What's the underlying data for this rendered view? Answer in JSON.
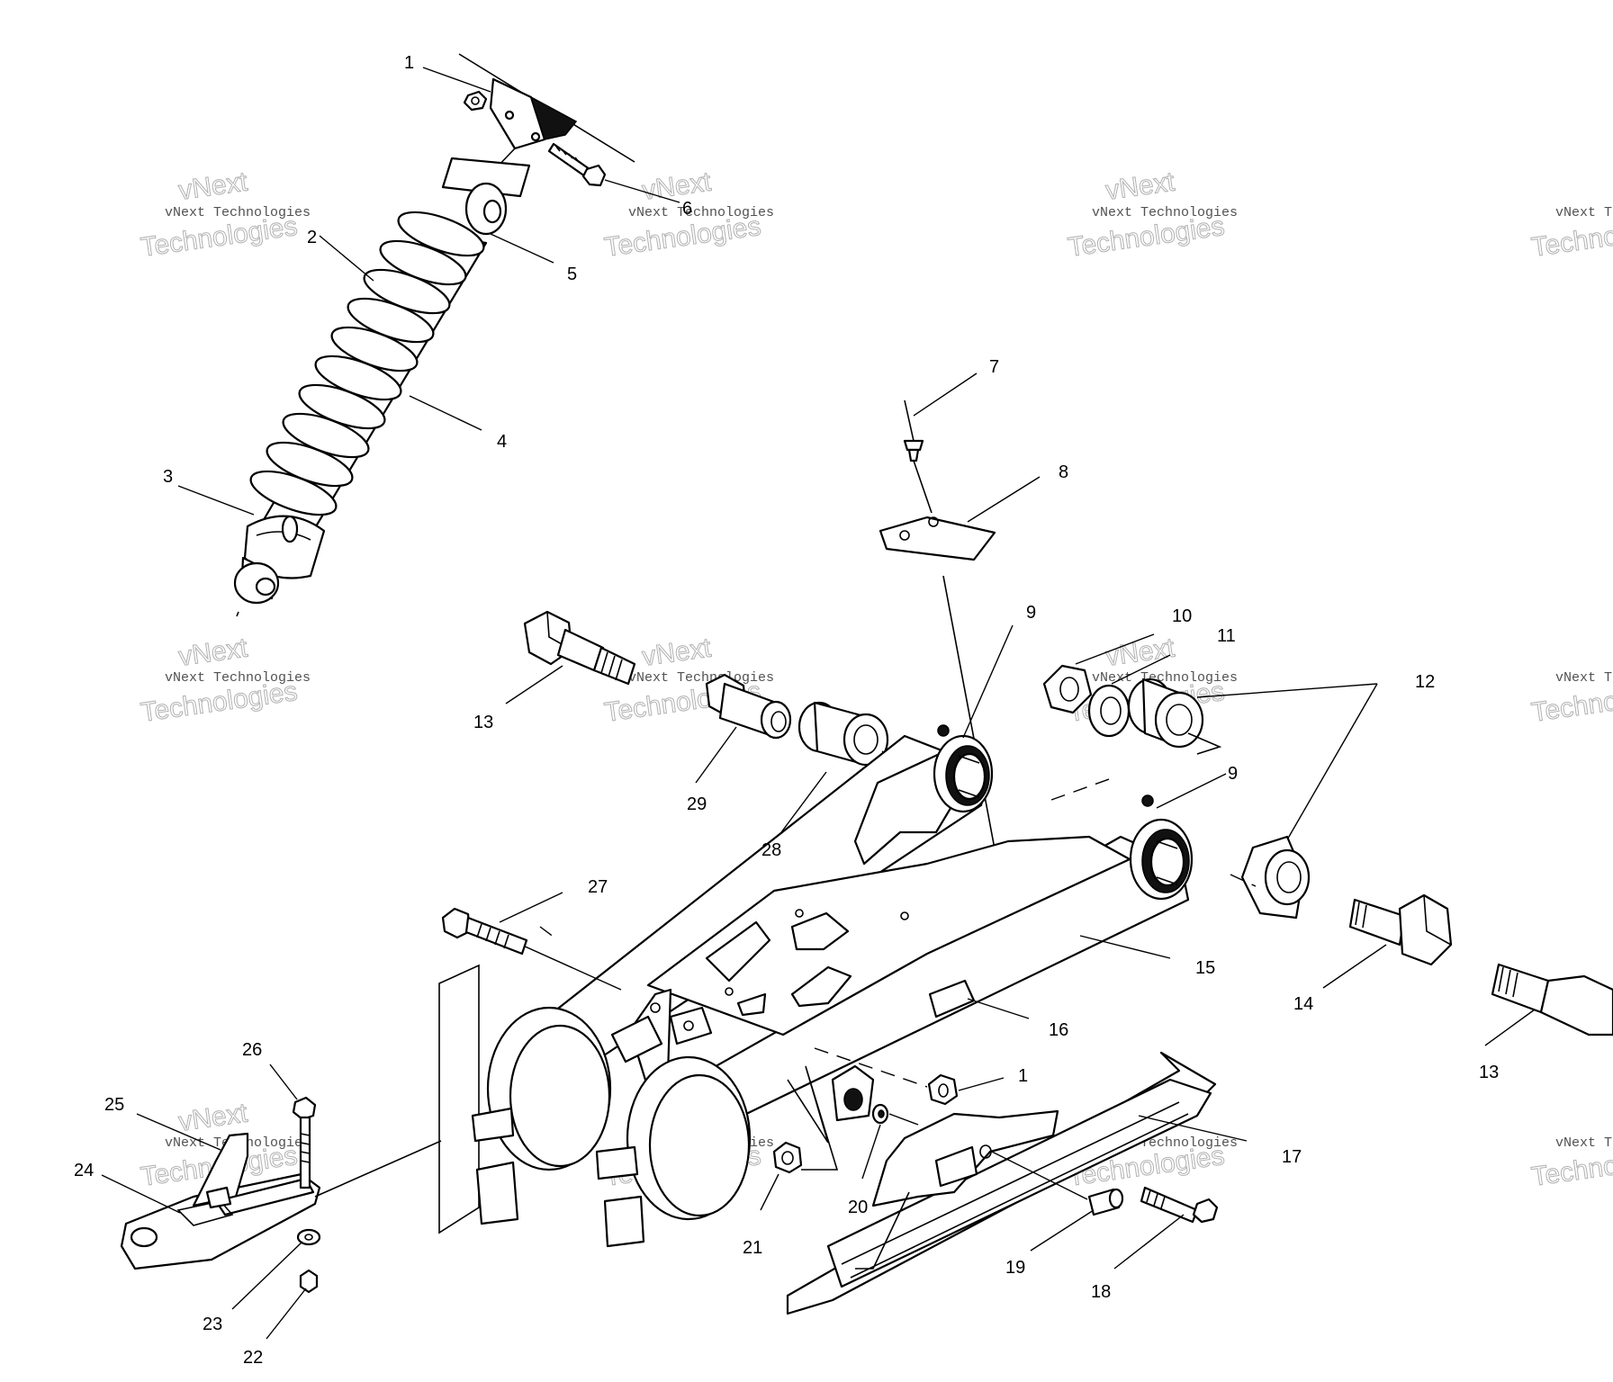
{
  "callouts": [
    {
      "id": "c1a",
      "text": "1"
    },
    {
      "id": "c2",
      "text": "2"
    },
    {
      "id": "c3",
      "text": "3"
    },
    {
      "id": "c4",
      "text": "4"
    },
    {
      "id": "c5",
      "text": "5"
    },
    {
      "id": "c6",
      "text": "6"
    },
    {
      "id": "c7",
      "text": "7"
    },
    {
      "id": "c8",
      "text": "8"
    },
    {
      "id": "c9a",
      "text": "9"
    },
    {
      "id": "c9b",
      "text": "9"
    },
    {
      "id": "c10",
      "text": "10"
    },
    {
      "id": "c11",
      "text": "11"
    },
    {
      "id": "c12",
      "text": "12"
    },
    {
      "id": "c13a",
      "text": "13"
    },
    {
      "id": "c13b",
      "text": "13"
    },
    {
      "id": "c14",
      "text": "14"
    },
    {
      "id": "c15",
      "text": "15"
    },
    {
      "id": "c16",
      "text": "16"
    },
    {
      "id": "c1b",
      "text": "1"
    },
    {
      "id": "c17",
      "text": "17"
    },
    {
      "id": "c18",
      "text": "18"
    },
    {
      "id": "c19",
      "text": "19"
    },
    {
      "id": "c20",
      "text": "20"
    },
    {
      "id": "c21",
      "text": "21"
    },
    {
      "id": "c22",
      "text": "22"
    },
    {
      "id": "c23",
      "text": "23"
    },
    {
      "id": "c24",
      "text": "24"
    },
    {
      "id": "c25",
      "text": "25"
    },
    {
      "id": "c26",
      "text": "26"
    },
    {
      "id": "c27",
      "text": "27"
    },
    {
      "id": "c28",
      "text": "28"
    },
    {
      "id": "c29",
      "text": "29"
    }
  ],
  "watermark": {
    "line1": "vNext",
    "line2": "vNext Technologies",
    "line3": "Technologies"
  }
}
